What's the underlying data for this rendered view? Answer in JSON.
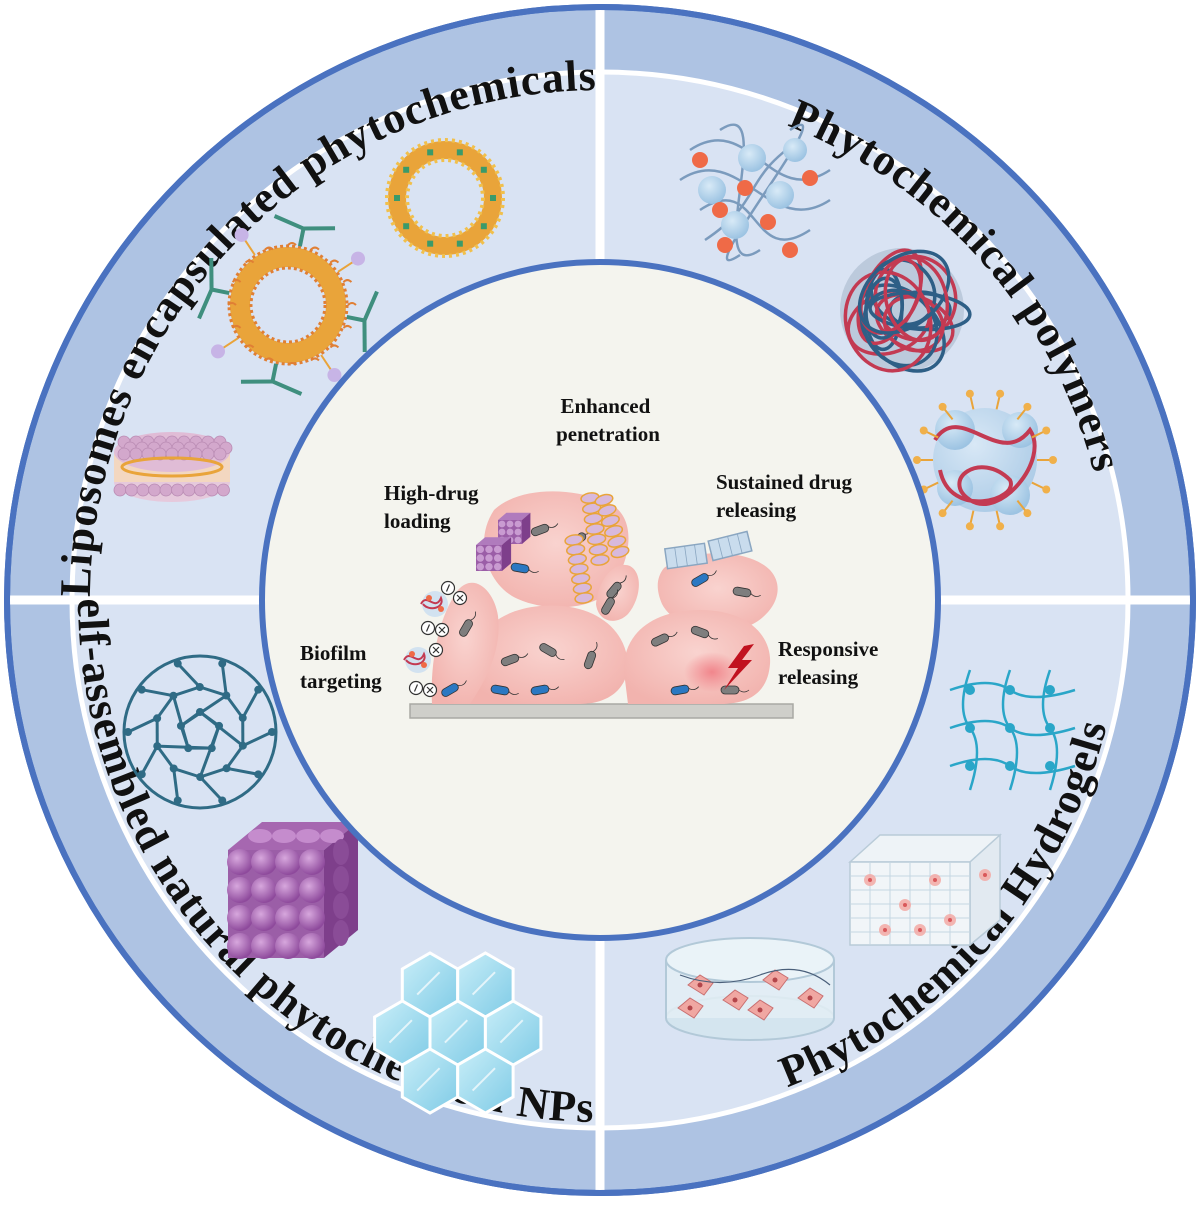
{
  "diagram": {
    "quadrants": {
      "top_left": "Liposomes encapsulated phytochemicals",
      "top_right": "Phytochemical polymers",
      "bottom_right": "Phytochemical Hydrogels",
      "bottom_left": "Self-assembled natural phytochemical NPs"
    },
    "center_labels": {
      "enhanced": [
        "Enhanced",
        "penetration"
      ],
      "high_drug": [
        "High-drug",
        "loading"
      ],
      "sustained": [
        "Sustained drug",
        "releasing"
      ],
      "biofilm": [
        "Biofilm",
        "targeting"
      ],
      "responsive": [
        "Responsive",
        "releasing"
      ]
    },
    "colors": {
      "outer_ring": "#aec3e3",
      "inner_panel": "#d9e3f3",
      "border_blue": "#4a72c0",
      "center_bg": "#f4f4ee",
      "cell_pink": "#f7c7c3",
      "liposome_orange": "#e9a43a",
      "polymer_red": "#c33a52",
      "polymer_blue": "#3a6a8f",
      "hydrogel_teal": "#2aa6c8",
      "cube_purple": "#9b5ea7",
      "hex_cyan": "#9fdcee"
    },
    "icons": [
      "liposome-icon",
      "antibody-liposome-icon",
      "lipid-bilayer-disc-icon",
      "polymer-network-icon",
      "polymer-sphere-icon",
      "polymer-micelle-icon",
      "hydrogel-mesh-icon",
      "hydrogel-cube-icon",
      "cell-hydrogel-disc-icon",
      "fullerene-icon",
      "nanocube-icon",
      "hexagon-sheet-icon",
      "bacteria-icon",
      "lightning-icon"
    ]
  }
}
